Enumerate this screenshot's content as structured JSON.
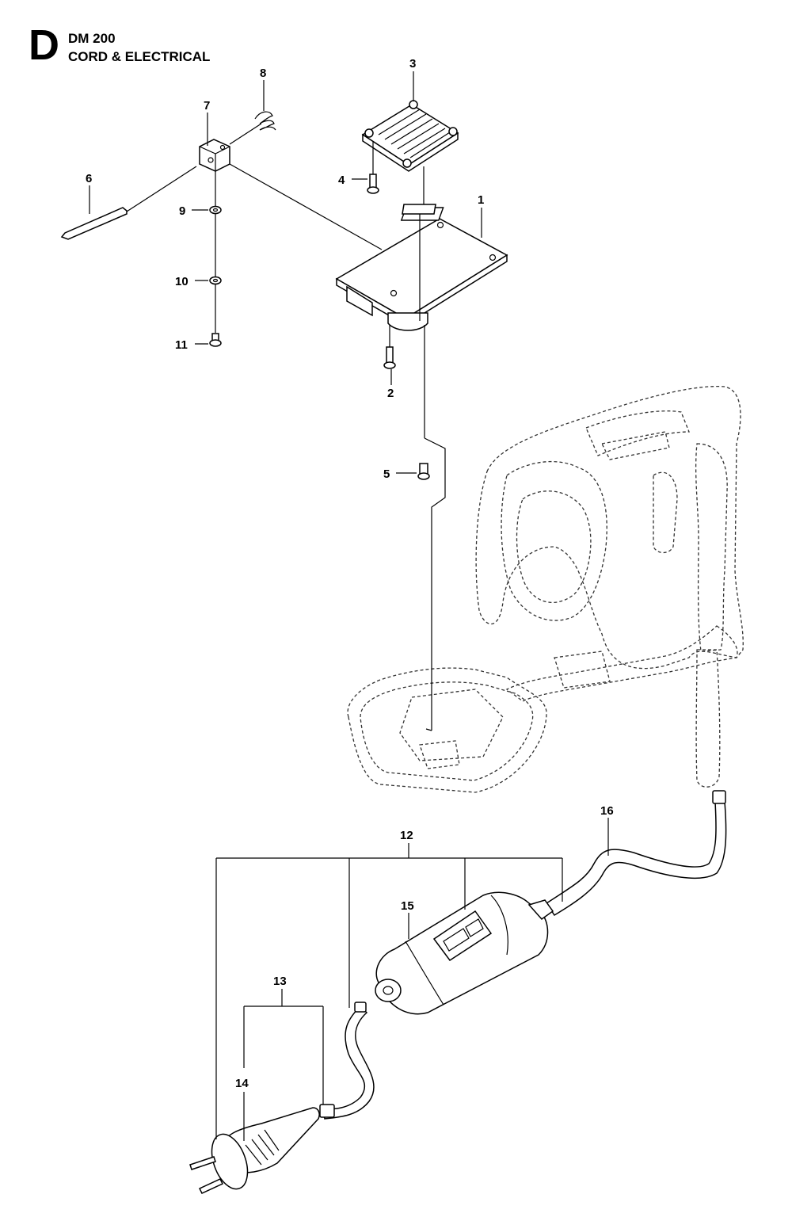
{
  "header": {
    "section_letter": "D",
    "model": "DM 200",
    "title": "CORD & ELECTRICAL"
  },
  "callouts": {
    "c1": "1",
    "c2": "2",
    "c3": "3",
    "c4": "4",
    "c5": "5",
    "c6": "6",
    "c7": "7",
    "c8": "8",
    "c9": "9",
    "c10": "10",
    "c11": "11",
    "c12": "12",
    "c13": "13",
    "c14": "14",
    "c15": "15",
    "c16": "16"
  }
}
